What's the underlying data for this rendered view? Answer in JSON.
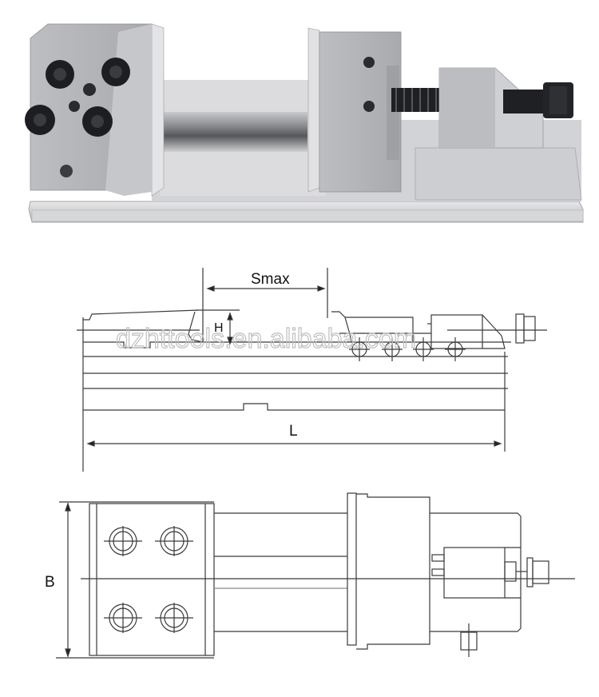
{
  "photo": {
    "subject": "precision machine vise",
    "colors": {
      "steel_light": "#d9d9db",
      "steel_mid": "#b7b8bb",
      "steel_dark": "#8e9094",
      "screw_black": "#1b1c1f"
    }
  },
  "side_view": {
    "dim_smax": "Smax",
    "dim_h": "H",
    "dim_l": "L",
    "watermark": "dzhttools.en.alibaba.com"
  },
  "top_view": {
    "dim_b": "B"
  },
  "colors": {
    "line": "#3a3a3a",
    "bg": "#ffffff"
  }
}
